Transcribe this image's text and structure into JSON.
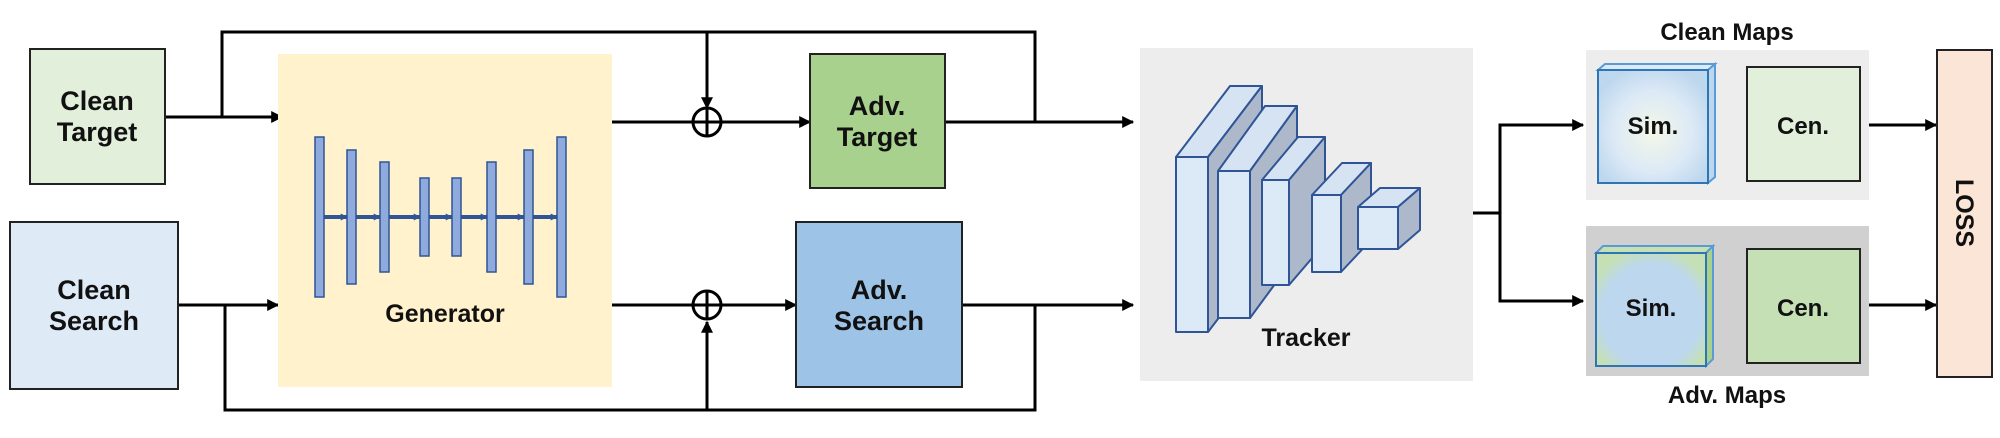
{
  "nodes": {
    "clean_target": {
      "line1": "Clean",
      "line2": "Target"
    },
    "clean_search": {
      "line1": "Clean",
      "line2": "Search"
    },
    "generator": {
      "label": "Generator"
    },
    "adv_target": {
      "line1": "Adv.",
      "line2": "Target"
    },
    "adv_search": {
      "line1": "Adv.",
      "line2": "Search"
    },
    "tracker": {
      "label": "Tracker"
    },
    "clean_maps": {
      "title": "Clean Maps",
      "sim": "Sim.",
      "cen": "Cen."
    },
    "adv_maps": {
      "title": "Adv. Maps",
      "sim": "Sim.",
      "cen": "Cen."
    },
    "loss": {
      "label": "LOSS"
    }
  },
  "colors": {
    "clean_target_fill": "#e2efda",
    "clean_search_fill": "#deebf7",
    "generator_fill": "#fff2cc",
    "adv_target_fill": "#a9d18e",
    "adv_search_fill": "#9dc3e6",
    "tracker_panel": "#ededed",
    "clean_maps_panel": "#ededed",
    "adv_maps_panel": "#d0d0d0",
    "clean_cen_fill": "#e2efda",
    "adv_cen_fill": "#c5e0b4",
    "loss_fill": "#fbe5d6",
    "generator_bars": "#8faadc",
    "generator_bar_stroke": "#2f5597"
  }
}
